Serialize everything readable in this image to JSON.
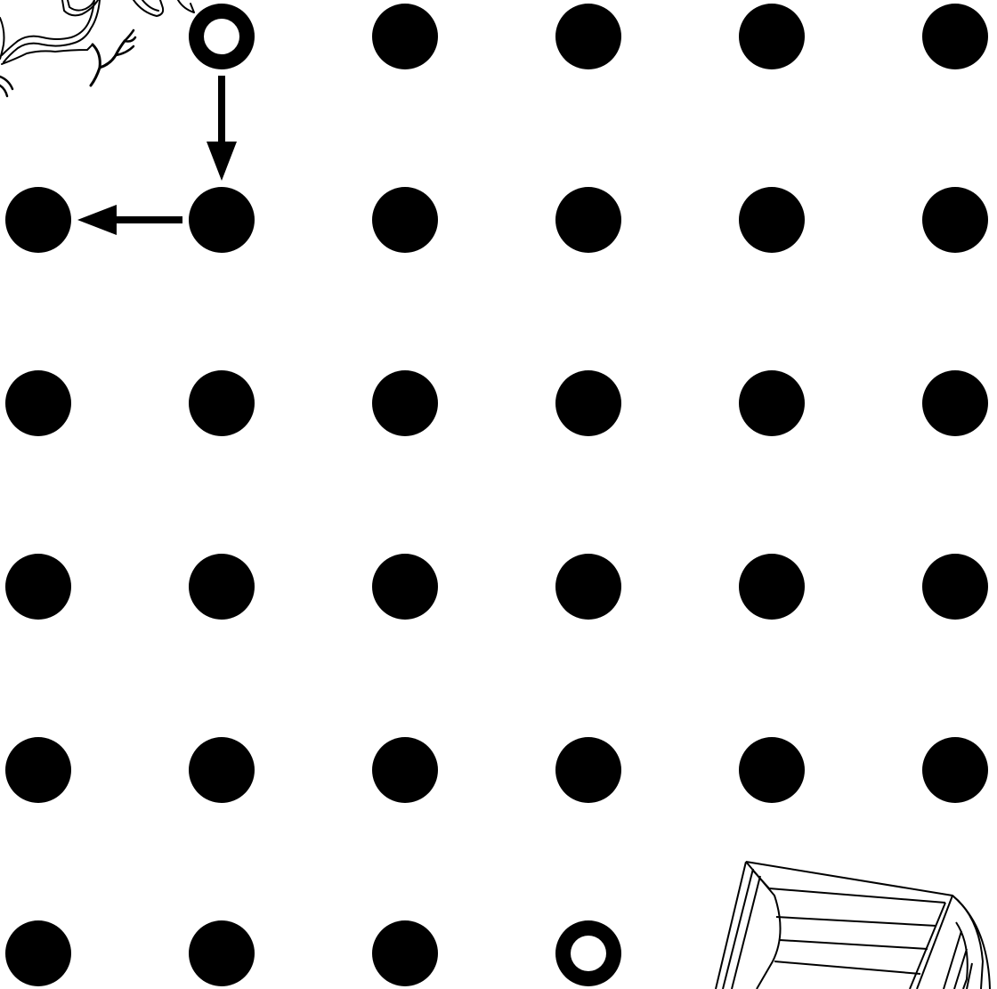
{
  "puzzle": {
    "type": "dot-grid-maze",
    "rows": 6,
    "cols": 6,
    "colors": {
      "dot": "#000000",
      "hollow_center": "#ffffff",
      "background": "#ffffff"
    },
    "dots": [
      [
        "hidden",
        "start",
        "filled",
        "filled",
        "filled",
        "filled"
      ],
      [
        "filled",
        "filled",
        "filled",
        "filled",
        "filled",
        "filled"
      ],
      [
        "filled",
        "filled",
        "filled",
        "filled",
        "filled",
        "filled"
      ],
      [
        "filled",
        "filled",
        "filled",
        "filled",
        "filled",
        "filled"
      ],
      [
        "filled",
        "filled",
        "filled",
        "filled",
        "filled",
        "filled"
      ],
      [
        "filled",
        "filled",
        "filled",
        "goal",
        "hidden",
        "hidden"
      ]
    ],
    "moves": [
      {
        "from": [
          0,
          1
        ],
        "to": [
          1,
          1
        ],
        "direction": "down"
      },
      {
        "from": [
          1,
          1
        ],
        "to": [
          1,
          0
        ],
        "direction": "left"
      }
    ],
    "decorations": [
      {
        "name": "creature-illustration",
        "position": "top-left"
      },
      {
        "name": "wooden-crate-illustration",
        "position": "bottom-right"
      }
    ]
  }
}
